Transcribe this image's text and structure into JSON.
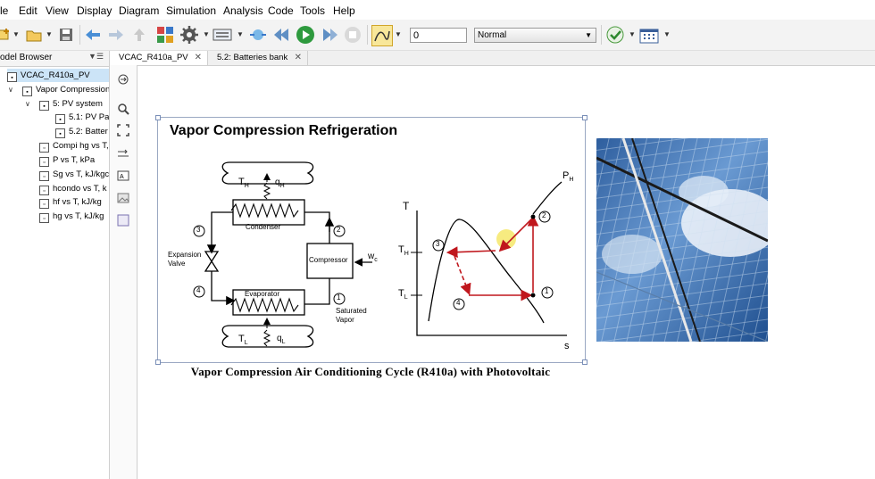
{
  "menu": [
    "le",
    "Edit",
    "View",
    "Display",
    "Diagram",
    "Simulation",
    "Analysis",
    "Code",
    "Tools",
    "Help"
  ],
  "toolbar": {
    "stop_time_value": "0",
    "solver_mode": "Normal"
  },
  "model_browser": {
    "title": "odel Browser",
    "items": [
      {
        "label": "VCAC_R410a_PV",
        "icon": "model-icon"
      },
      {
        "label": "Vapor Compression",
        "icon": "model-icon"
      },
      {
        "label": "5: PV system",
        "icon": "model-icon"
      },
      {
        "label": "5.1: PV Pa",
        "icon": "model-icon"
      },
      {
        "label": "5.2: Batter",
        "icon": "model-icon"
      },
      {
        "label": "Compi hg vs T,",
        "icon": "plot-icon"
      },
      {
        "label": "P vs T, kPa",
        "icon": "plot-icon"
      },
      {
        "label": "Sg vs T, kJ/kgc",
        "icon": "plot-icon"
      },
      {
        "label": "hcondo vs T, k",
        "icon": "plot-icon"
      },
      {
        "label": "hf vs T, kJ/kg",
        "icon": "plot-icon"
      },
      {
        "label": "hg vs T, kJ/kg",
        "icon": "plot-icon"
      }
    ]
  },
  "tabs": [
    {
      "label": "VCAC_R410a_PV",
      "active": true
    },
    {
      "label": "5.2: Batteries bank",
      "active": false
    }
  ],
  "diagram": {
    "title": "Vapor Compression Refrigeration",
    "caption": "Vapor Compression Air Conditioning Cycle (R410a) with Photovoltaic",
    "labels": {
      "th": "T",
      "th_sub": "H",
      "qh": "q",
      "qh_sub": "H",
      "tl": "T",
      "tl_sub": "L",
      "ql": "q",
      "ql_sub": "L",
      "condenser": "Condenser",
      "evaporator": "Evaporator",
      "compressor": "Compressor",
      "expansion1": "Expansion",
      "expansion2": "Valve",
      "wc": "w",
      "wc_sub": "c",
      "saturated1": "Saturated",
      "saturated2": "Vapor",
      "n1": "1",
      "n2": "2",
      "n3": "3",
      "n4": "4",
      "axis_t": "T",
      "axis_s": "s",
      "ph": "P",
      "ph_sub": "H",
      "ts_th": "T",
      "ts_th_sub": "H",
      "ts_tl": "T",
      "ts_tl_sub": "L"
    },
    "accent_red": "#c0171d"
  }
}
